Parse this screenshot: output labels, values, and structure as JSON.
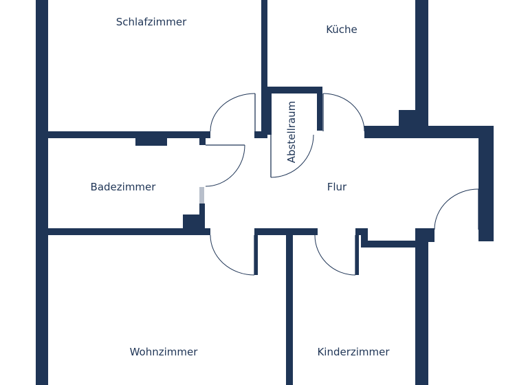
{
  "colors": {
    "wall": "#1f3556",
    "text": "#1f3556",
    "background": "#ffffff",
    "window_mark": "#b8bfcb"
  },
  "rooms": {
    "schlafzimmer": "Schlafzimmer",
    "kueche": "Küche",
    "abstellraum": "Abstellraum",
    "badezimmer": "Badezimmer",
    "flur": "Flur",
    "wohnzimmer": "Wohnzimmer",
    "kinderzimmer": "Kinderzimmer"
  }
}
